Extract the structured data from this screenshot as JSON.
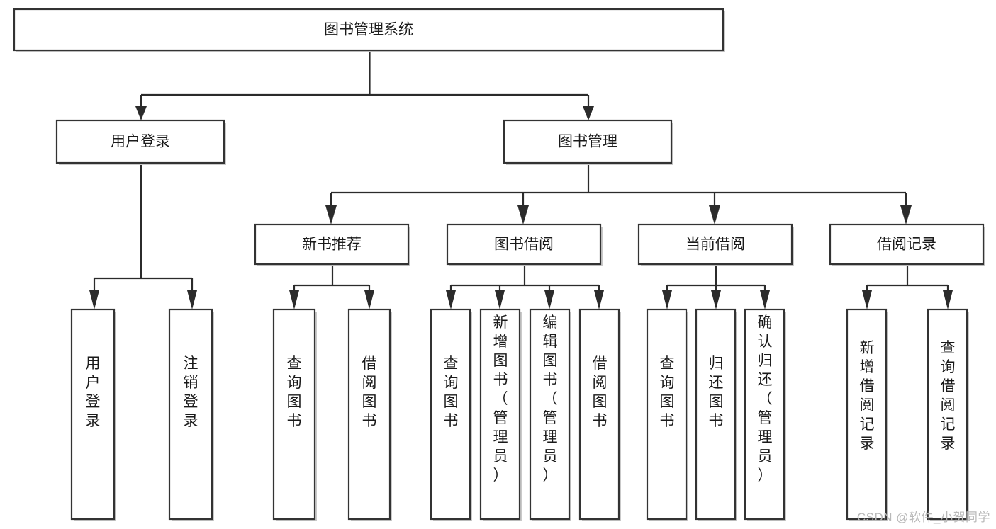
{
  "diagram": {
    "type": "tree-hierarchy",
    "title": "图书管理系统",
    "orientation": "top-down",
    "colors": {
      "box_fill": "#ffffff",
      "box_stroke": "#333333",
      "connector": "#2b2b2b",
      "text": "#1a1a1a",
      "watermark": "#b9b9b9",
      "background": "#ffffff"
    },
    "root": {
      "label": "图书管理系统",
      "orientation": "horizontal"
    },
    "level2": [
      {
        "label": "用户登录",
        "orientation": "horizontal"
      },
      {
        "label": "图书管理",
        "orientation": "horizontal"
      }
    ],
    "level3": [
      {
        "label": "新书推荐",
        "orientation": "horizontal"
      },
      {
        "label": "图书借阅",
        "orientation": "horizontal"
      },
      {
        "label": "当前借阅",
        "orientation": "horizontal"
      },
      {
        "label": "借阅记录",
        "orientation": "horizontal"
      }
    ],
    "leaves": {
      "用户登录": [
        {
          "label": "用户登录",
          "orientation": "vertical"
        },
        {
          "label": "注销登录",
          "orientation": "vertical"
        }
      ],
      "新书推荐": [
        {
          "label": "查询图书",
          "orientation": "vertical"
        },
        {
          "label": "借阅图书",
          "orientation": "vertical"
        }
      ],
      "图书借阅": [
        {
          "label": "查询图书",
          "orientation": "vertical"
        },
        {
          "label": "新增图书（管理员）",
          "orientation": "vertical"
        },
        {
          "label": "编辑图书（管理员）",
          "orientation": "vertical"
        },
        {
          "label": "借阅图书",
          "orientation": "vertical"
        }
      ],
      "当前借阅": [
        {
          "label": "查询图书",
          "orientation": "vertical"
        },
        {
          "label": "归还图书",
          "orientation": "vertical"
        },
        {
          "label": "确认归还（管理员）",
          "orientation": "vertical"
        }
      ],
      "借阅记录": [
        {
          "label": "新增借阅记录",
          "orientation": "vertical"
        },
        {
          "label": "查询借阅记录",
          "orientation": "vertical"
        }
      ]
    }
  },
  "watermark": {
    "text": "CSDN @软件_小贺同学"
  }
}
